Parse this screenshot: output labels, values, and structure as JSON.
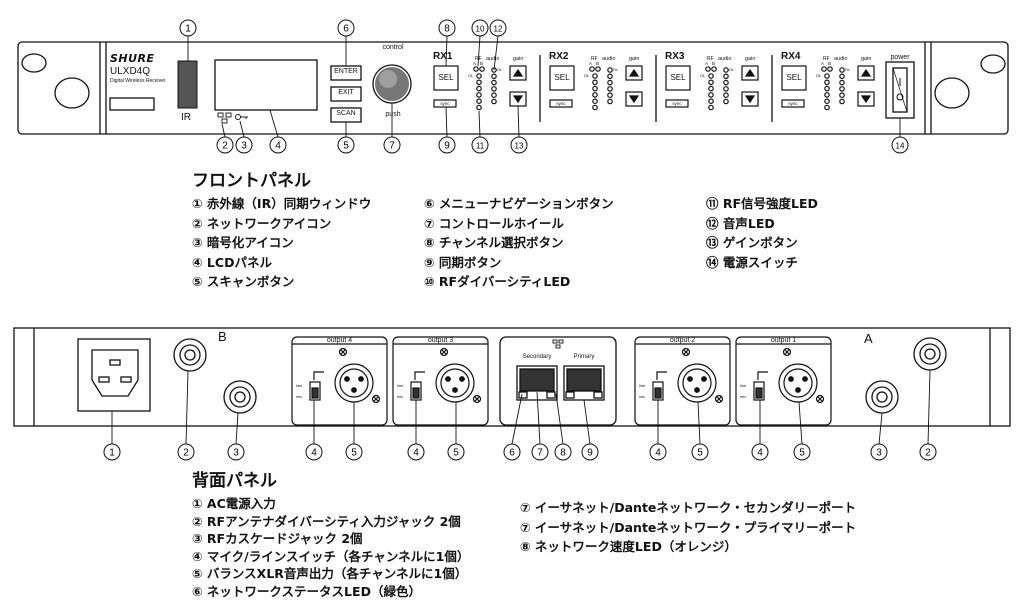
{
  "front": {
    "brand": "SHURE",
    "model": "ULXD4Q",
    "subtitle": "Digital Wireless Receiver",
    "ir_label": "IR",
    "buttons": {
      "enter": "ENTER",
      "exit": "EXIT",
      "scan": "SCAN"
    },
    "control_label": "control",
    "push_label": "push",
    "channels": [
      {
        "name": "RX1"
      },
      {
        "name": "RX2"
      },
      {
        "name": "RX3"
      },
      {
        "name": "RX4"
      }
    ],
    "sel_label": "SEL",
    "sync_label": "sync",
    "rf_label": "RF",
    "audio_label": "audio",
    "gain_label": "gain",
    "a_label": "A",
    "b_label": "B",
    "ol_label": "OL",
    "power_label": "power",
    "callouts": [
      "1",
      "2",
      "3",
      "4",
      "5",
      "6",
      "7",
      "8",
      "9",
      "10",
      "11",
      "12",
      "13",
      "14"
    ],
    "heading": "フロントパネル",
    "legend": [
      [
        "① 赤外線（IR）同期ウィンドウ",
        "② ネットワークアイコン",
        "③ 暗号化アイコン",
        "④ LCDパネル",
        "⑤ スキャンボタン"
      ],
      [
        "⑥ メニューナビゲーションボタン",
        "⑦ コントロールホイール",
        "⑧ チャンネル選択ボタン",
        "⑨ 同期ボタン",
        "⑩ RFダイバーシティLED"
      ],
      [
        "⑪ RF信号強度LED",
        "⑫ 音声LED",
        "⑬ ゲインボタン",
        "⑭ 電源スイッチ"
      ]
    ]
  },
  "rear": {
    "b_label": "B",
    "a_label": "A",
    "outputs": [
      "output 4",
      "output 3",
      "output 2",
      "output 1"
    ],
    "line_label": "line",
    "mic_label": "mic",
    "secondary_label": "Secondary",
    "primary_label": "Primary",
    "callouts": [
      "1",
      "2",
      "3",
      "4",
      "5",
      "4",
      "5",
      "6",
      "7",
      "8",
      "9",
      "4",
      "5",
      "4",
      "5",
      "3",
      "2"
    ],
    "heading": "背面パネル",
    "legend": [
      [
        "① AC電源入力",
        "② RFアンテナダイバーシティ入力ジャック 2個",
        "③ RFカスケードジャック 2個",
        "④ マイク/ラインスイッチ（各チャンネルに1個）",
        "⑤ バランスXLR音声出力（各チャンネルに1個）",
        "⑥ ネットワークステータスLED（緑色）"
      ],
      [
        "⑦ イーサネット/Danteネットワーク・セカンダリーポート",
        "⑦ イーサネット/Danteネットワーク・プライマリーポート",
        "⑧ ネットワーク速度LED（オレンジ）"
      ]
    ]
  }
}
